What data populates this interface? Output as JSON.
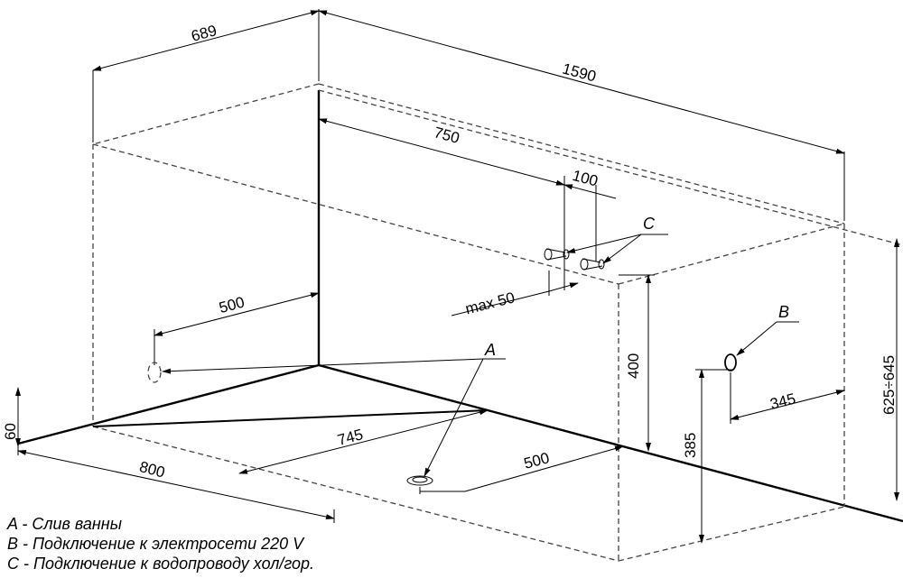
{
  "dimensions": {
    "width_689": "689",
    "length_1590": "1590",
    "offset_750": "750",
    "pipe_spacing_100": "100",
    "max_50": "max 50",
    "offset_500_left": "500",
    "height_400": "400",
    "height_385": "385",
    "offset_345": "345",
    "height_range": "625÷645",
    "width_800": "800",
    "length_745": "745",
    "offset_500_bottom": "500",
    "height_60": "60"
  },
  "labels": {
    "A": "A",
    "B": "B",
    "C": "C"
  },
  "legend": {
    "line_a": "A - Слив ванны",
    "line_b": "B - Подключение к электросети 220 V",
    "line_c": "C - Подключение к водопроводу хол/гор."
  }
}
